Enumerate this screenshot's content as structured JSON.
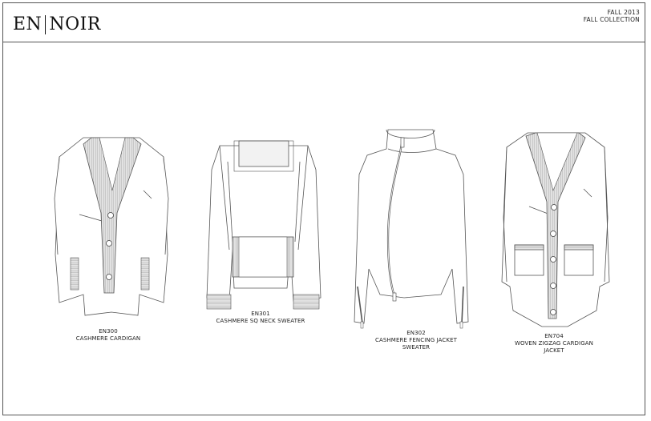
{
  "header": {
    "brand_left": "EN",
    "brand_right": "NOIR",
    "season_line1": "FALL 2013",
    "season_line2": "FALL COLLECTION"
  },
  "items": [
    {
      "code": "EN300",
      "name": "CASHMERE CARDIGAN",
      "name2": ""
    },
    {
      "code": "EN301",
      "name": "CASHMERE SQ NECK SWEATER",
      "name2": ""
    },
    {
      "code": "EN302",
      "name": "CASHMERE FENCING JACKET",
      "name2": "SWEATER"
    },
    {
      "code": "EN704",
      "name": "WOVEN ZIGZAG CARDIGAN",
      "name2": "JACKET"
    }
  ]
}
